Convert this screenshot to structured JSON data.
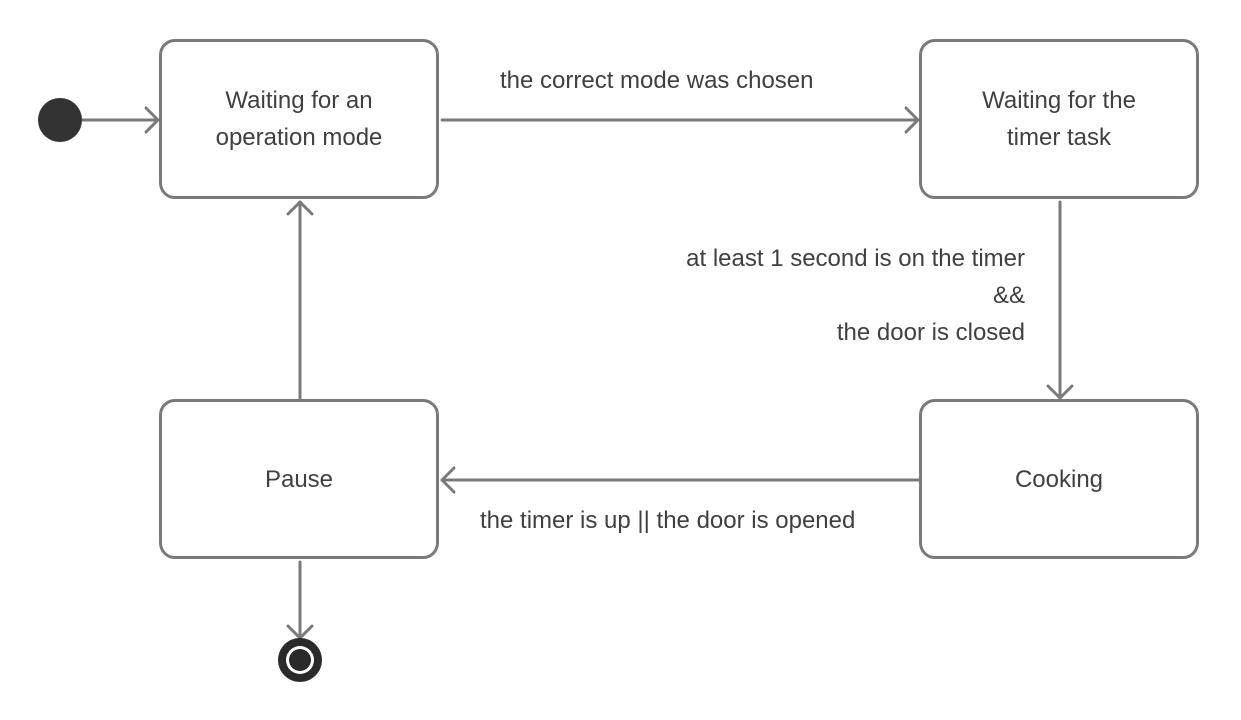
{
  "diagram": {
    "states": {
      "waiting_mode": {
        "label": "Waiting for an operation mode"
      },
      "waiting_timer": {
        "label": "Waiting for the timer task"
      },
      "cooking": {
        "label": "Cooking"
      },
      "pause": {
        "label": "Pause"
      }
    },
    "transitions": {
      "mode_chosen": {
        "label": "the correct mode was chosen"
      },
      "timer_set": {
        "lines": [
          "at least 1 second is on the timer",
          "&&",
          "the door is closed"
        ]
      },
      "cooking_stop": {
        "label": "the timer is up || the door is opened"
      }
    },
    "colors": {
      "stroke": "#7a7a7a",
      "node_fill": "#333333",
      "text": "#404040"
    }
  }
}
